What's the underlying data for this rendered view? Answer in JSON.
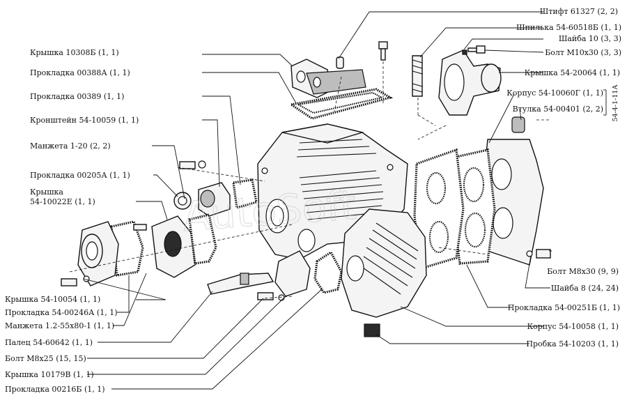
{
  "watermark": "AutoSoft",
  "group_mark": "54-4-1-11А",
  "labels": {
    "shtift": "Штифт 61327 (2, 2)",
    "shpilka": "Шпилька 54-60518Б (1, 1)",
    "shaiba10": "Шайба 10 (3, 3)",
    "bolt_m10": "Болт М10х30 (3, 3)",
    "kryshka_20064": "Крышка 54-20064 (1, 1)",
    "korpus_10060g": "Корпус 54-10060Г (1, 1)",
    "vtulka": "Втулка 54-00401 (2, 2)",
    "bolt_m8x30": "Болт М8х30 (9, 9)",
    "shaiba8": "Шайба 8 (24, 24)",
    "prokladka_00251b": "Прокладка 54-00251Б (1, 1)",
    "korpus_10058": "Корпус 54-10058 (1, 1)",
    "probka": "Пробка 54-10203 (1, 1)",
    "kryshka_10308b": "Крышка 10308Б (1, 1)",
    "prokladka_00388a": "Прокладка 00388А (1, 1)",
    "prokladka_00389": "Прокладка 00389 (1, 1)",
    "kronshtein": "Кронштейн 54-10059 (1, 1)",
    "manzheta_1_20": "Манжета 1-20 (2, 2)",
    "prokladka_00205a": "Прокладка 00205А (1, 1)",
    "kryshka_10022e_line1": "Крышка",
    "kryshka_10022e_line2": "54-10022Е (1, 1)",
    "kryshka_10054": "Крышка 54-10054 (1, 1)",
    "prokladka_00246a": "Прокладка 54-00246А (1, 1)",
    "manzheta_1_2": "Манжета 1.2-55х80-1 (1, 1)",
    "palec": "Палец 54-60642 (1, 1)",
    "bolt_m8x25": "Болт М8х25 (15, 15)",
    "kryshka_10179v": "Крышка 10179В (1, 1)",
    "prokladka_00216b": "Прокладка 00216Б (1, 1)"
  }
}
